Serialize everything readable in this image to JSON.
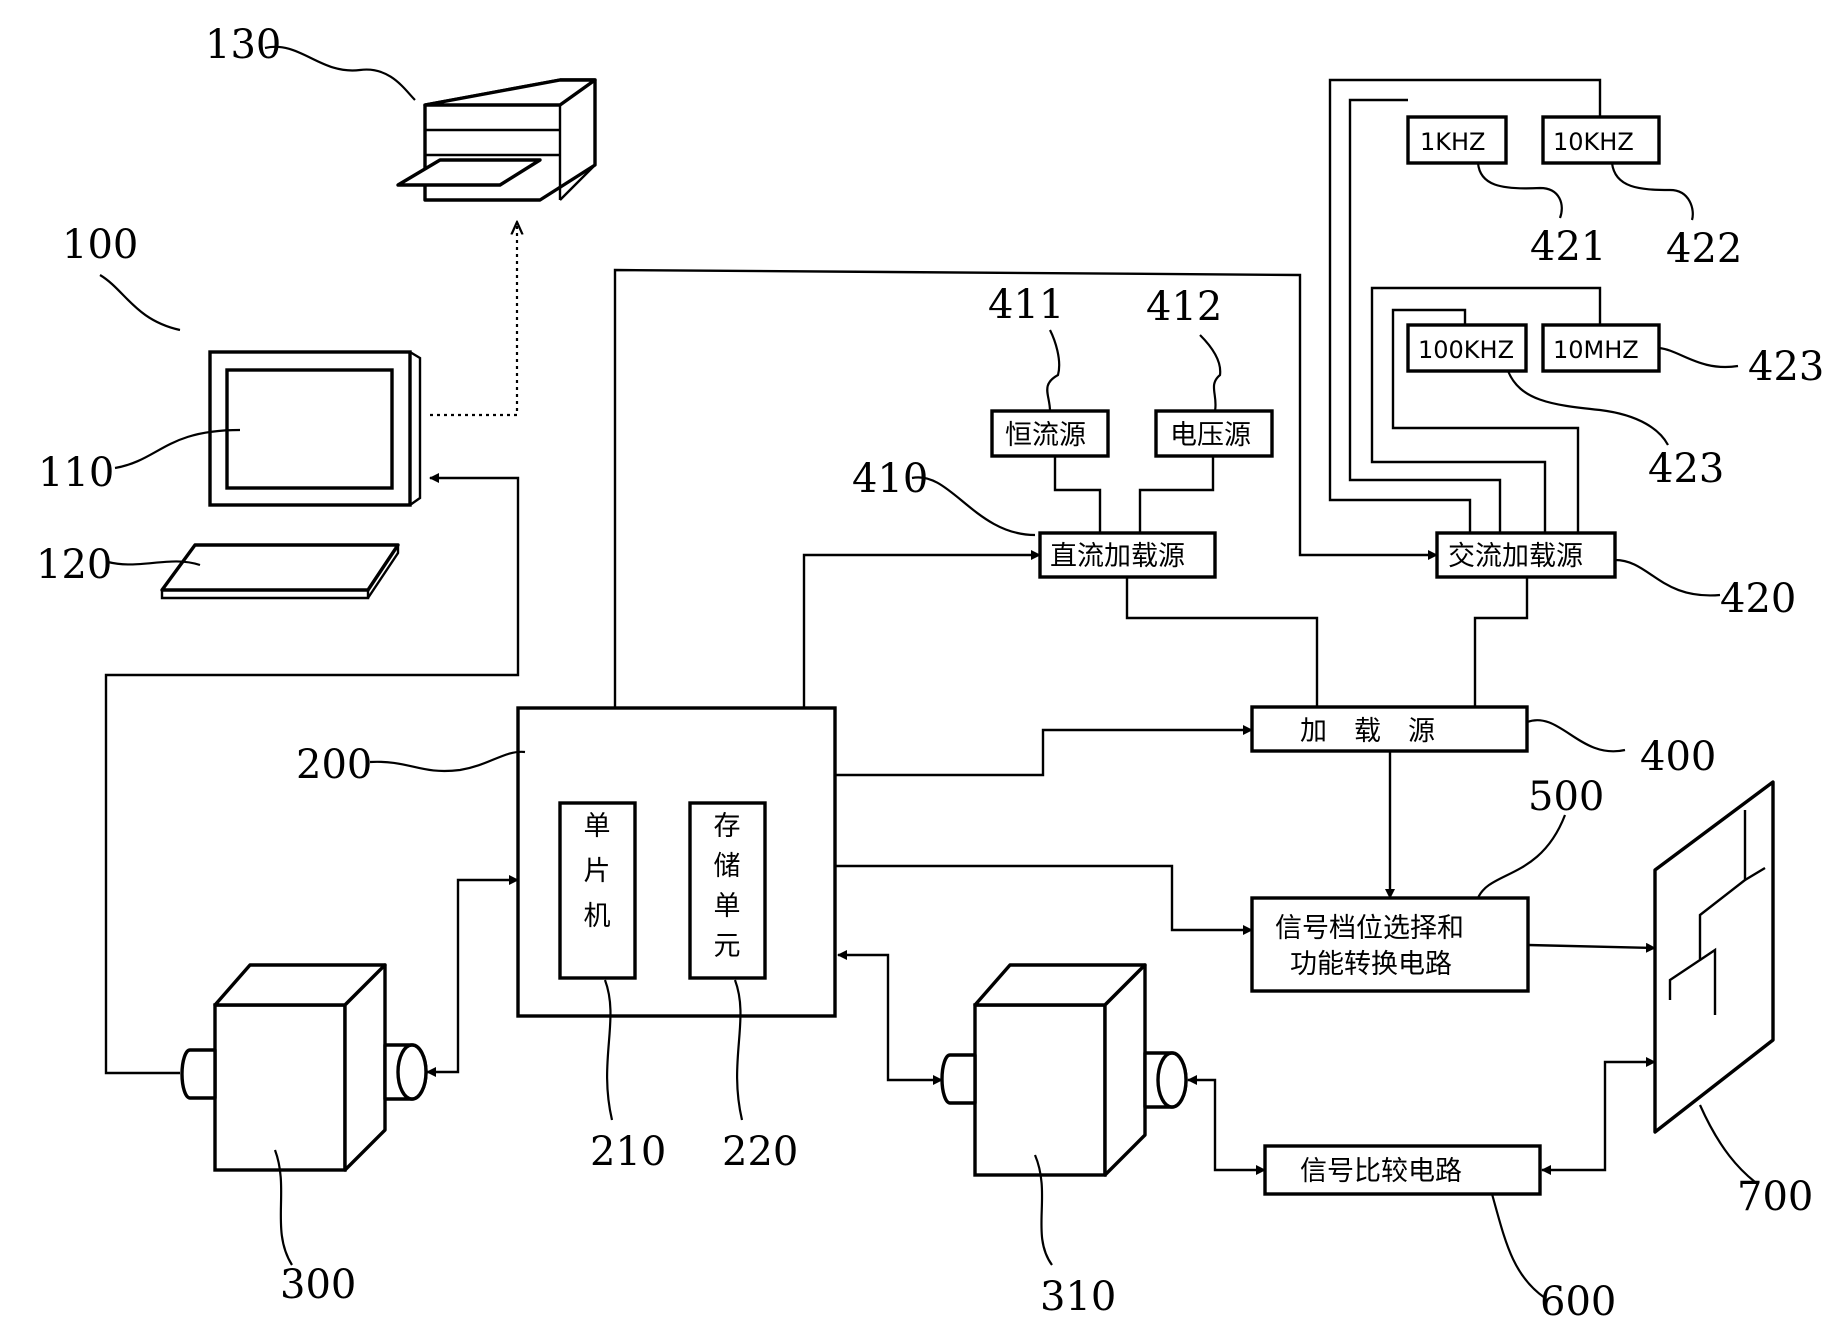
{
  "refs": {
    "r130": "130",
    "r100": "100",
    "r110": "110",
    "r120": "120",
    "r200": "200",
    "r210": "210",
    "r220": "220",
    "r300": "300",
    "r310": "310",
    "r400": "400",
    "r410": "410",
    "r411": "411",
    "r412": "412",
    "r420": "420",
    "r421": "421",
    "r422": "422",
    "r423a": "423",
    "r423b": "423",
    "r500": "500",
    "r600": "600",
    "r700": "700"
  },
  "blocks": {
    "dc_load_source": "直流加载源",
    "constant_current_source": "恒流源",
    "voltage_source": "电压源",
    "ac_load_source": "交流加载源",
    "load_source": "加　载　源",
    "signal_range_line1": "信号档位选择和",
    "signal_range_line2": "功能转换电路",
    "signal_compare": "信号比较电路",
    "mcu_chars": [
      "单",
      "片",
      "机"
    ],
    "storage_chars": [
      "存",
      "储",
      "单",
      "元"
    ]
  },
  "frequencies": {
    "f1": "1KHZ",
    "f2": "10KHZ",
    "f3": "100KHZ",
    "f4": "10MHZ"
  }
}
